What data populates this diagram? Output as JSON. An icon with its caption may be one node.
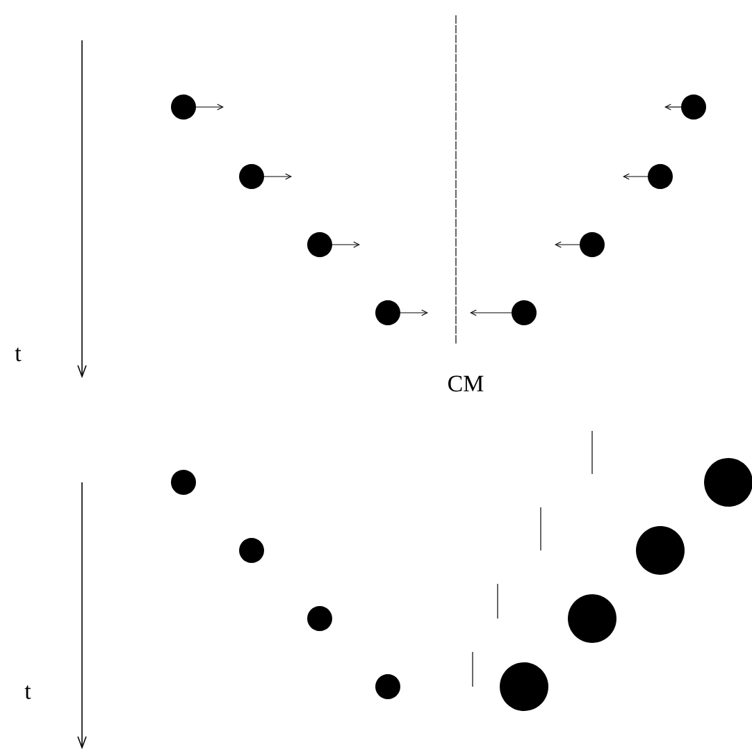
{
  "diagram": {
    "labels": [
      "t",
      "CM",
      "t"
    ]
  }
}
